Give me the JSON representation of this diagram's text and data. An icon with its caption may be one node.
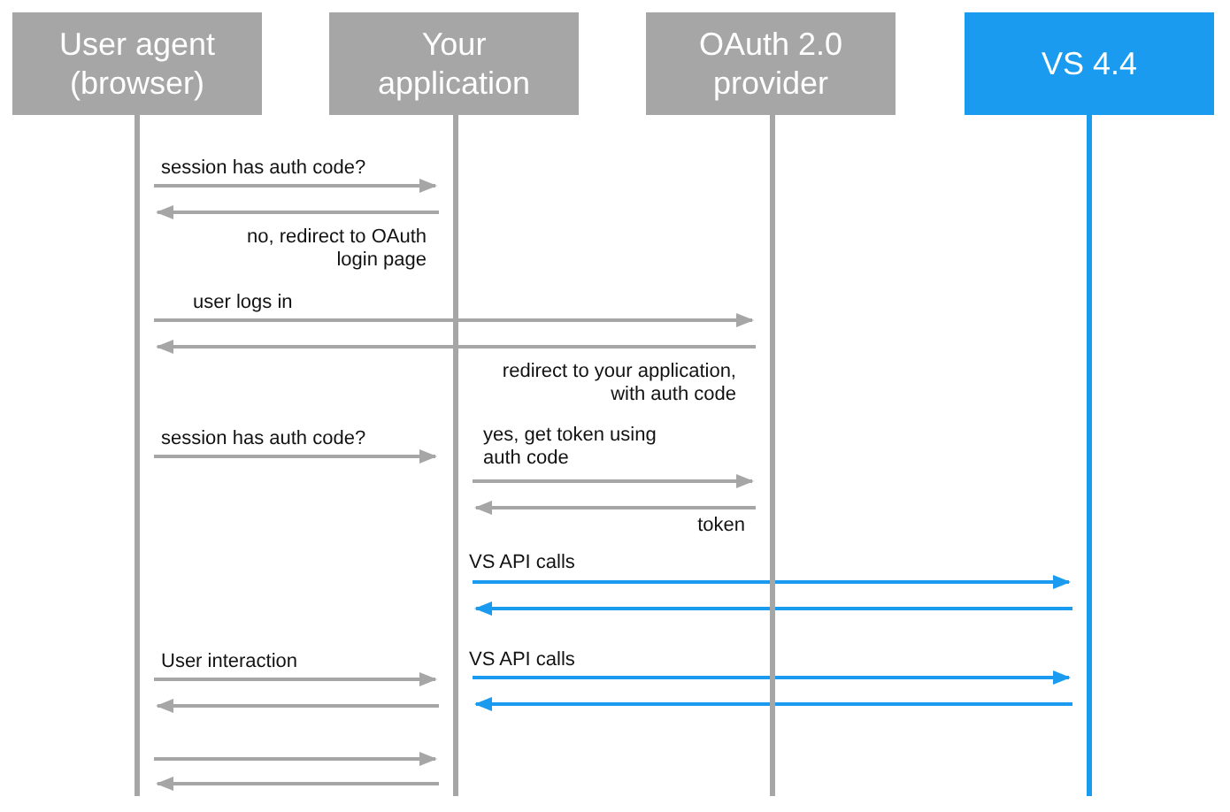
{
  "diagram": {
    "nodes": [
      {
        "text": [
          "User agent (browser)"
        ]
      },
      {
        "text": [
          "Your application"
        ]
      },
      {
        "text": [
          "OAuth 2.0 provider"
        ]
      },
      {
        "text": [
          "VS 4.4"
        ]
      },
      {
        "text": [],
        "shape": "bar"
      },
      {
        "text": [],
        "shape": "bar"
      },
      {
        "text": [],
        "shape": "bar"
      },
      {
        "text": [],
        "shape": "bar"
      }
    ],
    "edges": [
      {
        "from": 4,
        "to": 5,
        "arrow": "to",
        "label": "session has auth code?"
      },
      {
        "from": 5,
        "to": 4,
        "arrow": "to",
        "label": "no, redirect to OAuth login page"
      },
      {
        "from": 4,
        "to": 6,
        "arrow": "to",
        "label": "user logs in"
      },
      {
        "from": 6,
        "to": 4,
        "arrow": "to",
        "label": "redirect to your application, with auth code"
      },
      {
        "from": 4,
        "to": 5,
        "arrow": "to",
        "label": "session has auth code?"
      },
      {
        "from": 5,
        "to": 6,
        "arrow": "to",
        "label": "yes, get token using auth code"
      },
      {
        "from": 6,
        "to": 5,
        "arrow": "to",
        "label": "token"
      },
      {
        "from": 5,
        "to": 7,
        "arrow": "to",
        "label": "VS API calls",
        "color": "#1a9bef"
      },
      {
        "from": 7,
        "to": 5,
        "arrow": "to",
        "color": "#1a9bef"
      },
      {
        "from": 4,
        "to": 5,
        "arrow": "to",
        "label": "User interaction"
      },
      {
        "from": 5,
        "to": 7,
        "arrow": "to",
        "label": "VS API calls",
        "color": "#1a9bef"
      },
      {
        "from": 5,
        "to": 4,
        "arrow": "to"
      },
      {
        "from": 7,
        "to": 5,
        "arrow": "to",
        "color": "#1a9bef"
      },
      {
        "from": 4,
        "to": 5,
        "arrow": "to"
      },
      {
        "from": 5,
        "to": 4,
        "arrow": "to"
      }
    ]
  }
}
